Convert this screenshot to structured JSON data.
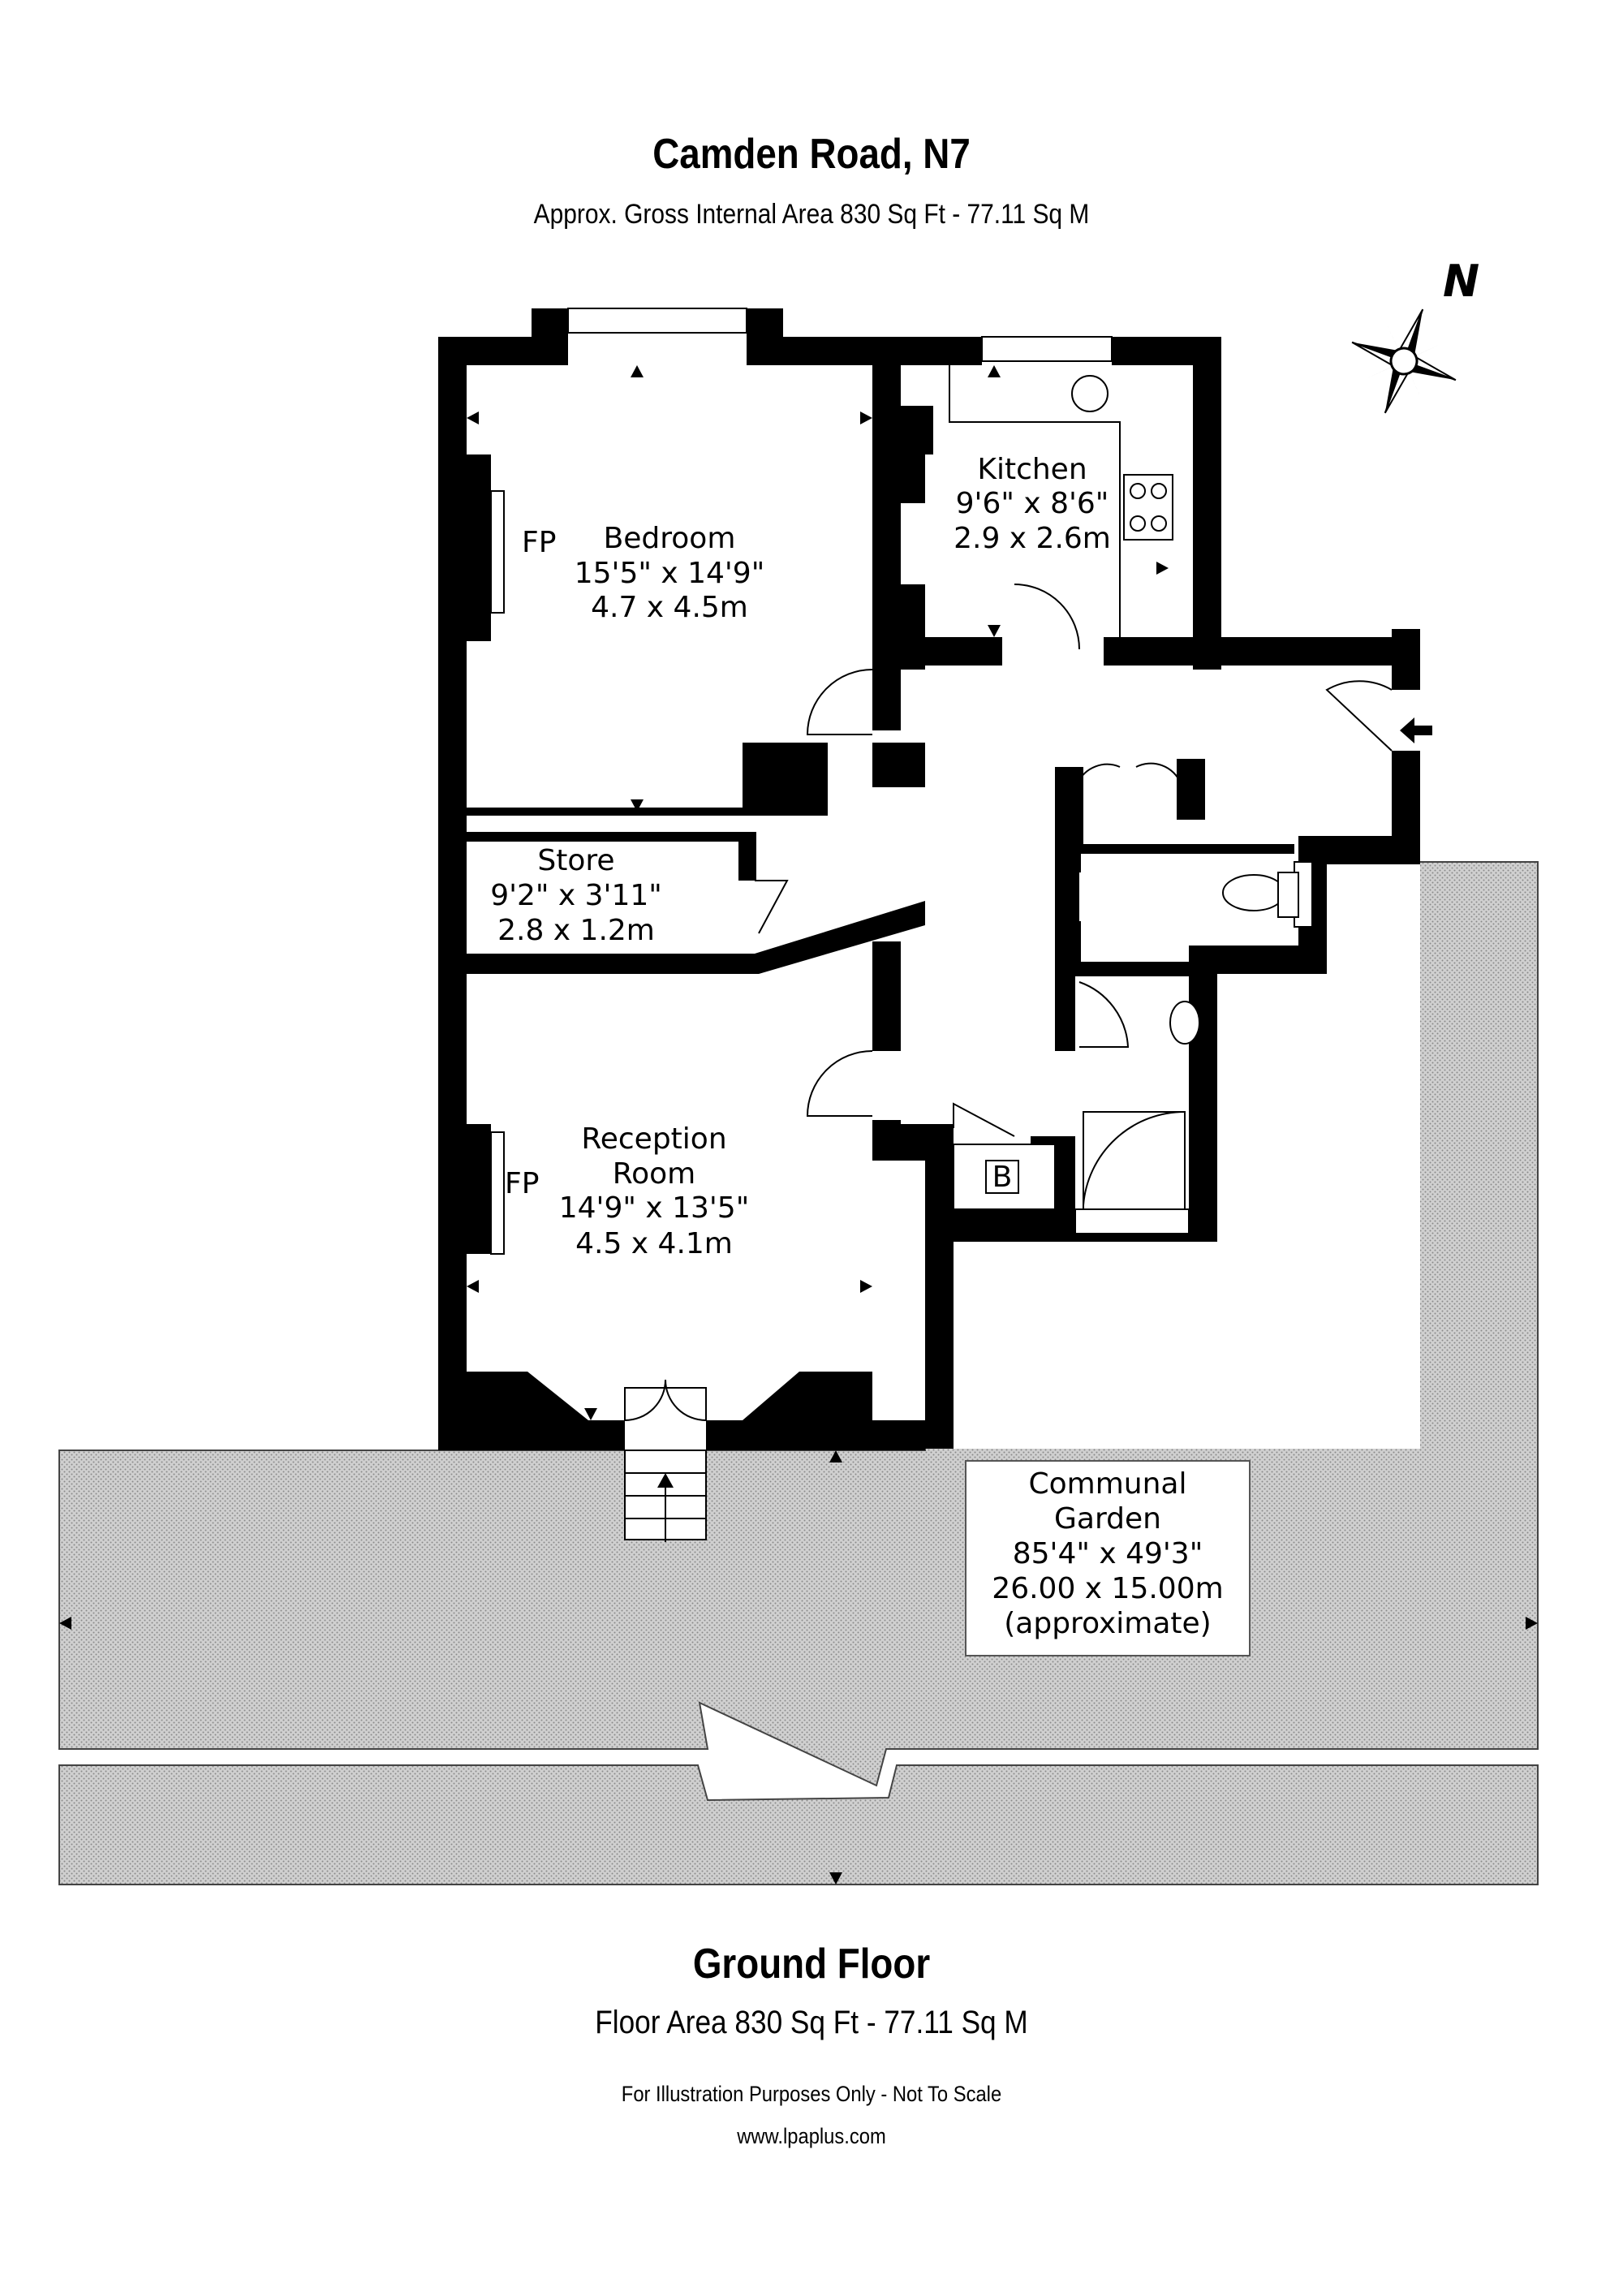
{
  "header": {
    "title": "Camden Road, N7",
    "subtitle": "Approx. Gross Internal Area 830 Sq Ft - 77.11 Sq M"
  },
  "compass": {
    "label": "N"
  },
  "rooms": {
    "bedroom": {
      "name": "Bedroom",
      "imperial": "15'5\" x 14'9\"",
      "metric": "4.7 x 4.5m",
      "fp": "FP"
    },
    "kitchen": {
      "name": "Kitchen",
      "imperial": "9'6\" x 8'6\"",
      "metric": "2.9 x 2.6m"
    },
    "store": {
      "name": "Store",
      "imperial": "9'2\" x 3'11\"",
      "metric": "2.8 x 1.2m"
    },
    "reception": {
      "name_line1": "Reception",
      "name_line2": "Room",
      "imperial": "14'9\" x 13'5\"",
      "metric": "4.5 x 4.1m",
      "fp": "FP"
    },
    "boiler": {
      "label": "B"
    },
    "garden": {
      "name_line1": "Communal",
      "name_line2": "Garden",
      "imperial": "85'4\" x 49'3\"",
      "metric": "26.00 x 15.00m",
      "note": "(approximate)"
    }
  },
  "footer": {
    "floor_name": "Ground Floor",
    "floor_area": "Floor Area 830 Sq Ft - 77.11 Sq M",
    "disclaimer": "For Illustration Purposes Only - Not To Scale",
    "website": "www.lpaplus.com"
  },
  "colors": {
    "wall": "#000000",
    "garden": "#c8c8c8",
    "background": "#ffffff"
  }
}
